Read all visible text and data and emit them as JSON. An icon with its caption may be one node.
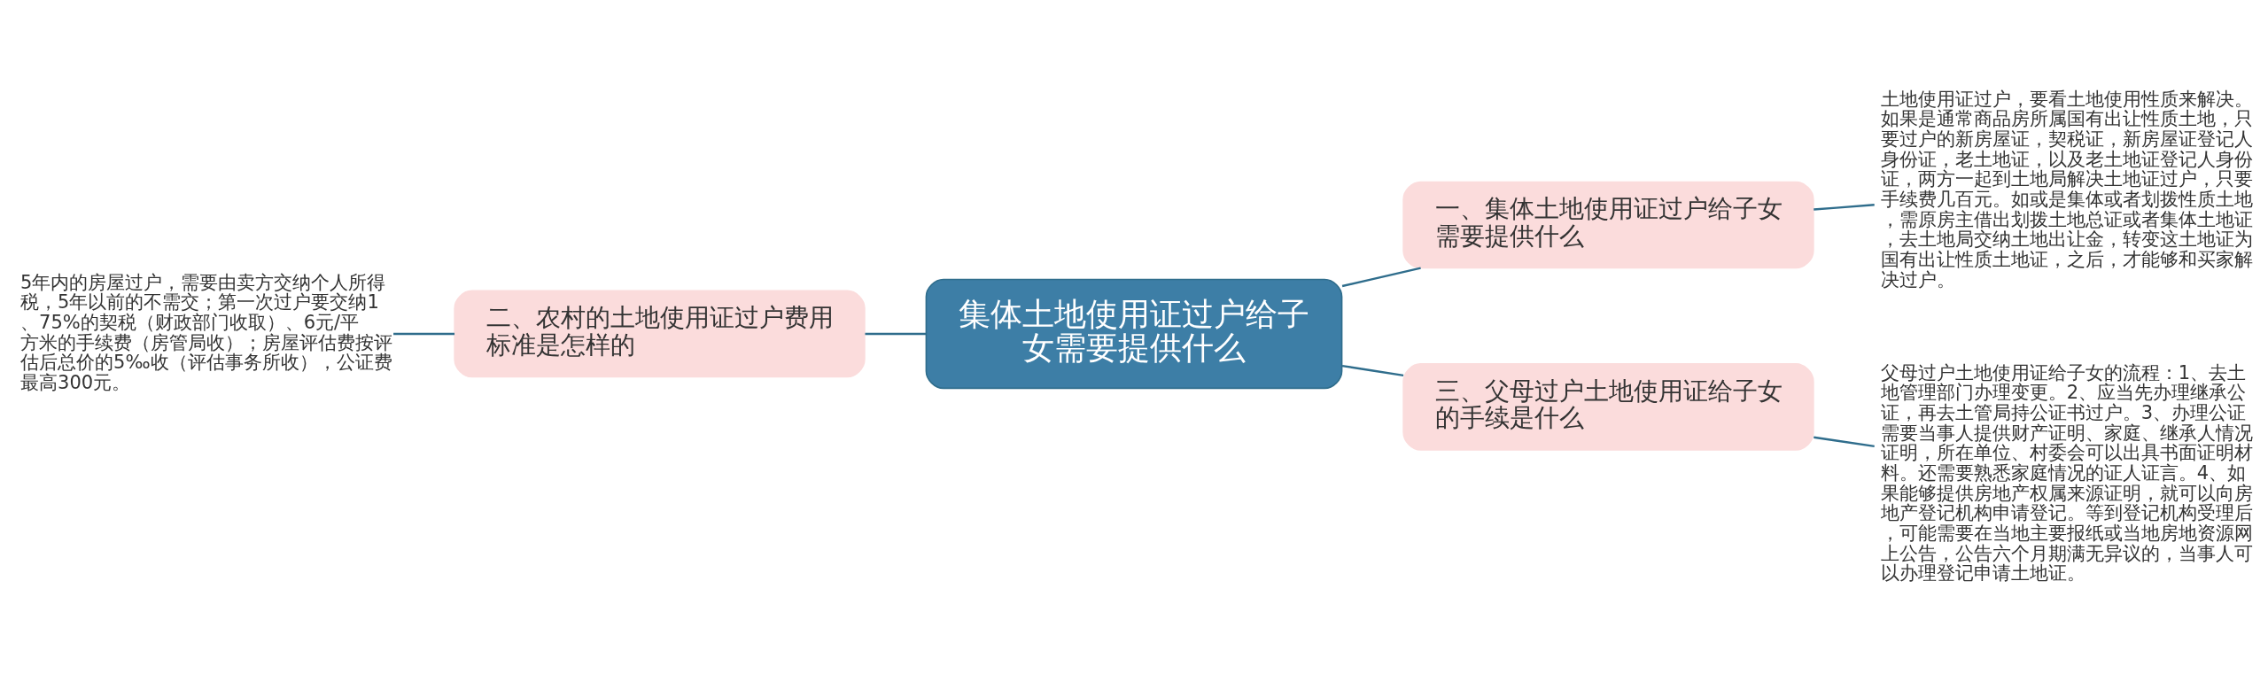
{
  "diagram": {
    "nodes": [
      {
        "text": [
          "集体土地使用证过户给子女需要提供什么"
        ]
      },
      {
        "text": [
          "一、集体土地使用证过户给子女需要提供什么"
        ]
      },
      {
        "text": [
          "土地使用证过户，要看土地使用性质来解决。如果是通常商品房所属国有出让性质土地，只要过户的新房屋证，契税证，新房屋证登记人身份证，老土地证，以及老土地证登记人身份证，两方一起到土地局解决土地证过户，只要手续费几百元。如或是集体或者划拨性质土地，需原房主借出划拨土地总证或者集体土地证，去土地局交纳土地出让金，转变这土地证为国有出让性质土地证，之后，才能够和买家解决过户。"
        ]
      },
      {
        "text": [
          "二、农村的土地使用证过户费用标准是怎样的"
        ]
      },
      {
        "text": [
          "5年内的房屋过户，需要由卖方交纳个人所得税，5年以前的不需交；第一次过户要交纳1、75%的契税（财政部门收取）、6元/平方米的手续费（房管局收）；房屋评估费按评估后总价的5‰收（评估事务所收），公证费最高300元。"
        ]
      },
      {
        "text": [
          "三、父母过户土地使用证给子女的手续是什么"
        ]
      },
      {
        "text": [
          "父母过户土地使用证给子女的流程：1、去土地管理部门办理变更。2、应当先办理继承公证，再去土管局持公证书过户。3、办理公证需要当事人提供财产证明、家庭、继承人情况证明，所在单位、村委会可以出具书面证明材料。还需要熟悉家庭情况的证人证言。4、如果能够提供房地产权属来源证明，就可以向房地产登记机构申请登记。等到登记机构受理后，可能需要在当地主要报纸或当地房地资源网上公告，公告六个月期满无异议的，当事人可以办理登记申请土地证。"
        ]
      }
    ],
    "edges": [
      {
        "from": 0,
        "to": 1,
        "arrow": "none"
      },
      {
        "from": 1,
        "to": 2,
        "arrow": "none"
      },
      {
        "from": 3,
        "to": 0,
        "arrow": "none"
      },
      {
        "from": 4,
        "to": 3,
        "arrow": "none"
      },
      {
        "from": 0,
        "to": 5,
        "arrow": "none"
      },
      {
        "from": 5,
        "to": 6,
        "arrow": "none"
      }
    ]
  }
}
